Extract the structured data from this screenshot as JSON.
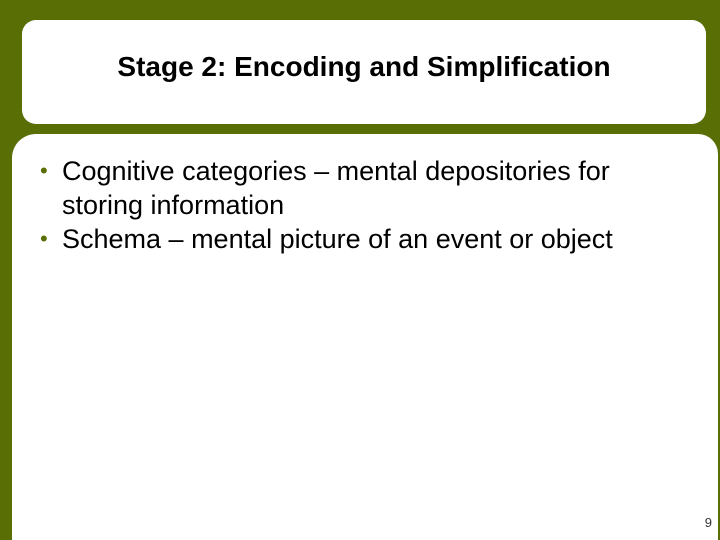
{
  "slide": {
    "title": "Stage 2: Encoding and Simplification",
    "bullets": [
      {
        "marker": "•",
        "text": "Cognitive categories – mental depositories for storing information"
      },
      {
        "marker": "•",
        "text": "Schema – mental picture of an event or object"
      }
    ],
    "page_number": "9"
  },
  "colors": {
    "background": "#5a6e06",
    "panel": "#ffffff",
    "text": "#000000",
    "bullet": "#5a6e06"
  }
}
